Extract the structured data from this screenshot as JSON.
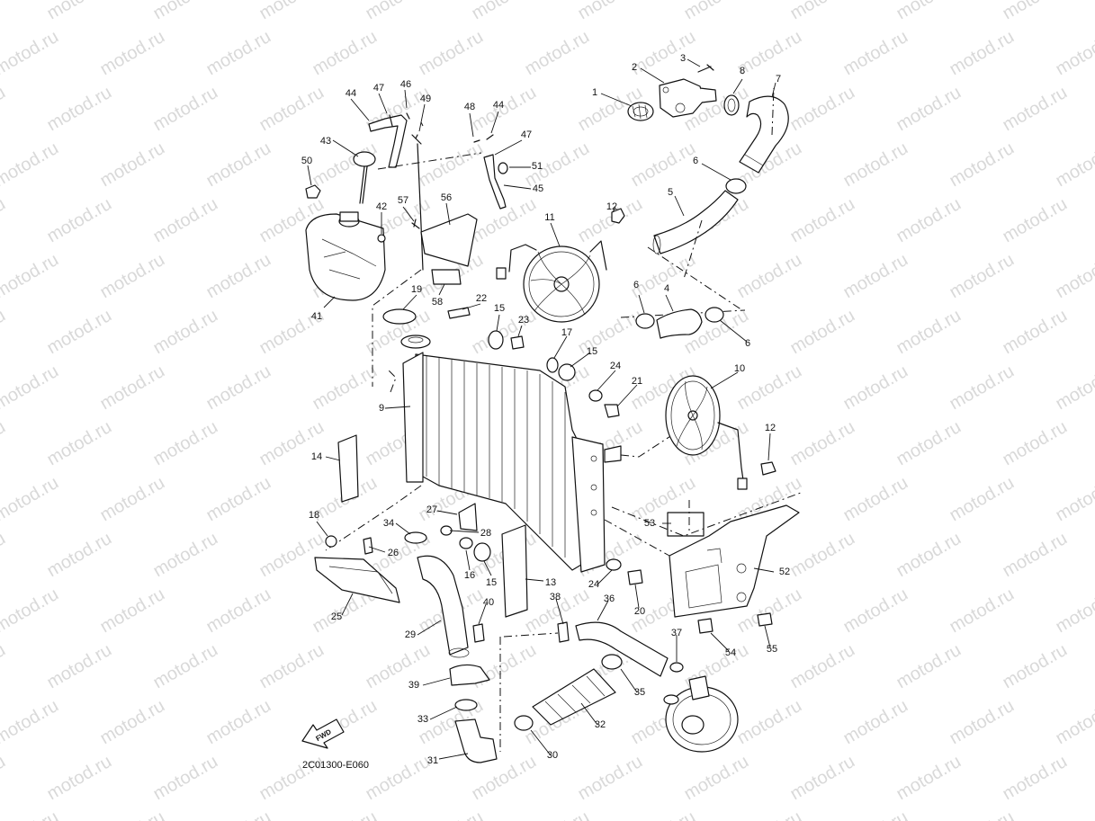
{
  "watermark": "motod.ru",
  "diagram_code": "2C01300-E060",
  "fwd_label": "FWD",
  "callouts": [
    {
      "id": "c1",
      "label": "1"
    },
    {
      "id": "c2",
      "label": "2"
    },
    {
      "id": "c3",
      "label": "3"
    },
    {
      "id": "c8",
      "label": "8"
    },
    {
      "id": "c7",
      "label": "7"
    },
    {
      "id": "c6a",
      "label": "6"
    },
    {
      "id": "c5",
      "label": "5"
    },
    {
      "id": "c44a",
      "label": "44"
    },
    {
      "id": "c47a",
      "label": "47"
    },
    {
      "id": "c46",
      "label": "46"
    },
    {
      "id": "c49",
      "label": "49"
    },
    {
      "id": "c48",
      "label": "48"
    },
    {
      "id": "c44b",
      "label": "44"
    },
    {
      "id": "c47b",
      "label": "47"
    },
    {
      "id": "c43",
      "label": "43"
    },
    {
      "id": "c51",
      "label": "51"
    },
    {
      "id": "c50",
      "label": "50"
    },
    {
      "id": "c45",
      "label": "45"
    },
    {
      "id": "c12a",
      "label": "12"
    },
    {
      "id": "c11",
      "label": "11"
    },
    {
      "id": "c57",
      "label": "57"
    },
    {
      "id": "c56",
      "label": "56"
    },
    {
      "id": "c42",
      "label": "42"
    },
    {
      "id": "c41",
      "label": "41"
    },
    {
      "id": "c58",
      "label": "58"
    },
    {
      "id": "c19",
      "label": "19"
    },
    {
      "id": "c22",
      "label": "22"
    },
    {
      "id": "c15a",
      "label": "15"
    },
    {
      "id": "c23",
      "label": "23"
    },
    {
      "id": "c6b",
      "label": "6"
    },
    {
      "id": "c4",
      "label": "4"
    },
    {
      "id": "c6c",
      "label": "6"
    },
    {
      "id": "c17",
      "label": "17"
    },
    {
      "id": "c15b",
      "label": "15"
    },
    {
      "id": "c24a",
      "label": "24"
    },
    {
      "id": "c21",
      "label": "21"
    },
    {
      "id": "c10",
      "label": "10"
    },
    {
      "id": "c9",
      "label": "9"
    },
    {
      "id": "c14",
      "label": "14"
    },
    {
      "id": "c12b",
      "label": "12"
    },
    {
      "id": "c18",
      "label": "18"
    },
    {
      "id": "c34",
      "label": "34"
    },
    {
      "id": "c27",
      "label": "27"
    },
    {
      "id": "c28",
      "label": "28"
    },
    {
      "id": "c26",
      "label": "26"
    },
    {
      "id": "c16",
      "label": "16"
    },
    {
      "id": "c15c",
      "label": "15"
    },
    {
      "id": "c13",
      "label": "13"
    },
    {
      "id": "c24b",
      "label": "24"
    },
    {
      "id": "c53",
      "label": "53"
    },
    {
      "id": "c52",
      "label": "52"
    },
    {
      "id": "c25",
      "label": "25"
    },
    {
      "id": "c29",
      "label": "29"
    },
    {
      "id": "c40",
      "label": "40"
    },
    {
      "id": "c38",
      "label": "38"
    },
    {
      "id": "c36",
      "label": "36"
    },
    {
      "id": "c20",
      "label": "20"
    },
    {
      "id": "c37",
      "label": "37"
    },
    {
      "id": "c54",
      "label": "54"
    },
    {
      "id": "c55",
      "label": "55"
    },
    {
      "id": "c39",
      "label": "39"
    },
    {
      "id": "c35",
      "label": "35"
    },
    {
      "id": "c33",
      "label": "33"
    },
    {
      "id": "c32",
      "label": "32"
    },
    {
      "id": "c31",
      "label": "31"
    },
    {
      "id": "c30",
      "label": "30"
    }
  ]
}
